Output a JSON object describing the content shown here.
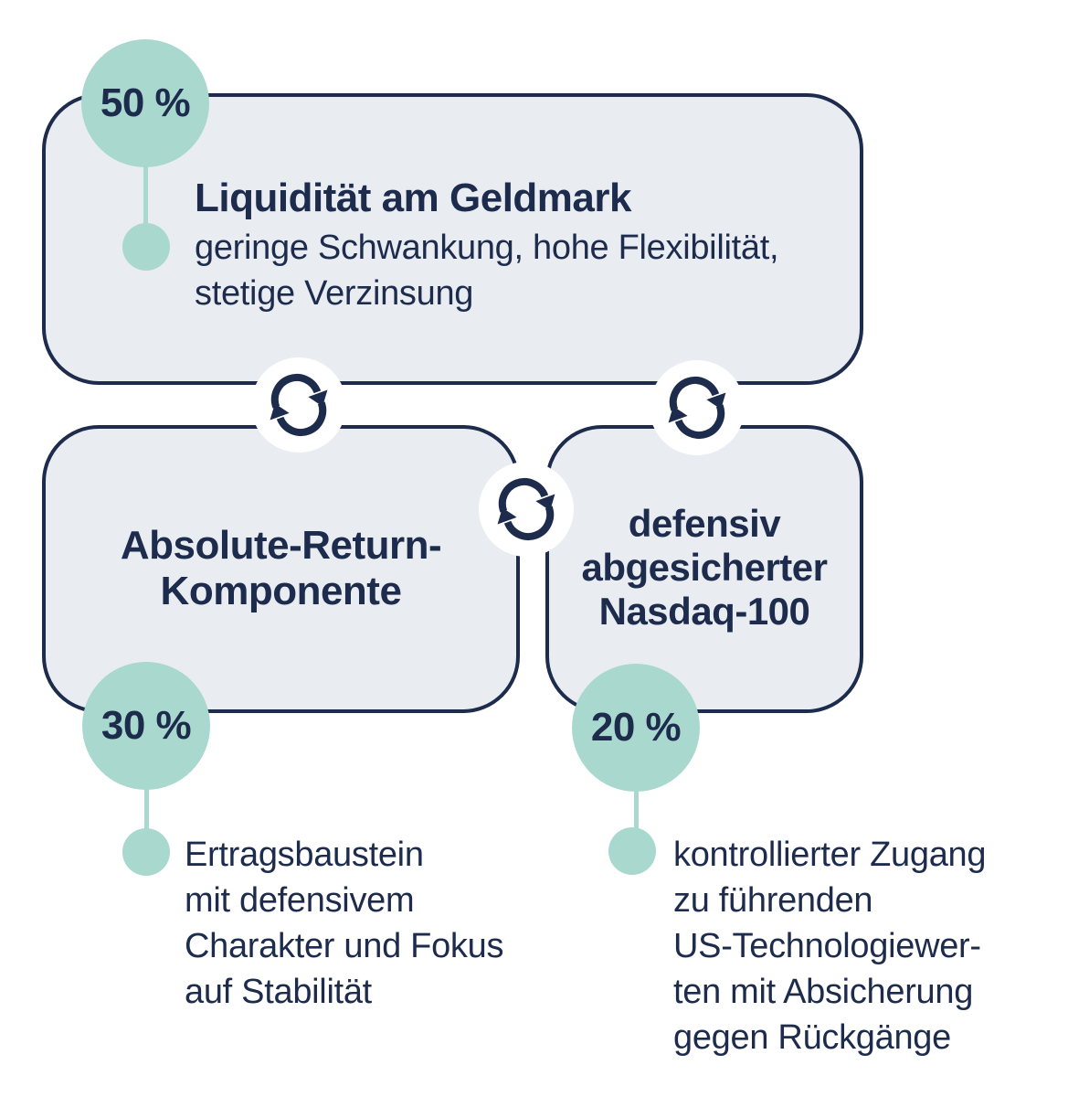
{
  "diagram": {
    "type": "portfolio-allocation-infographic",
    "colors": {
      "accent_teal": "#a9d8cf",
      "navy": "#1d2b4c",
      "box_fill": "#e9edf2",
      "background": "#ffffff",
      "icon_bubble": "#ffffff"
    },
    "icons": {
      "exchange": "sync-exchange-icon (two circular arrows)"
    },
    "segments": {
      "liquidity": {
        "percent": "50 %",
        "title": "Liquidität am Geldmark",
        "description": "geringe Schwankung, hohe Flexibilität,\nstetige Verzinsung"
      },
      "absolute_return": {
        "percent": "30 %",
        "title": "Absolute-Return-\nKomponente",
        "description": "Ertragsbaustein\nmit defensivem\nCharakter und Fokus\nauf Stabilität"
      },
      "nasdaq": {
        "percent": "20 %",
        "title": "defensiv\nabgesicherter\nNasdaq-100",
        "description": "kontrollierter Zugang\nzu führenden\nUS-Technologiewer-\nten mit Absicherung\ngegen Rückgänge"
      }
    }
  }
}
